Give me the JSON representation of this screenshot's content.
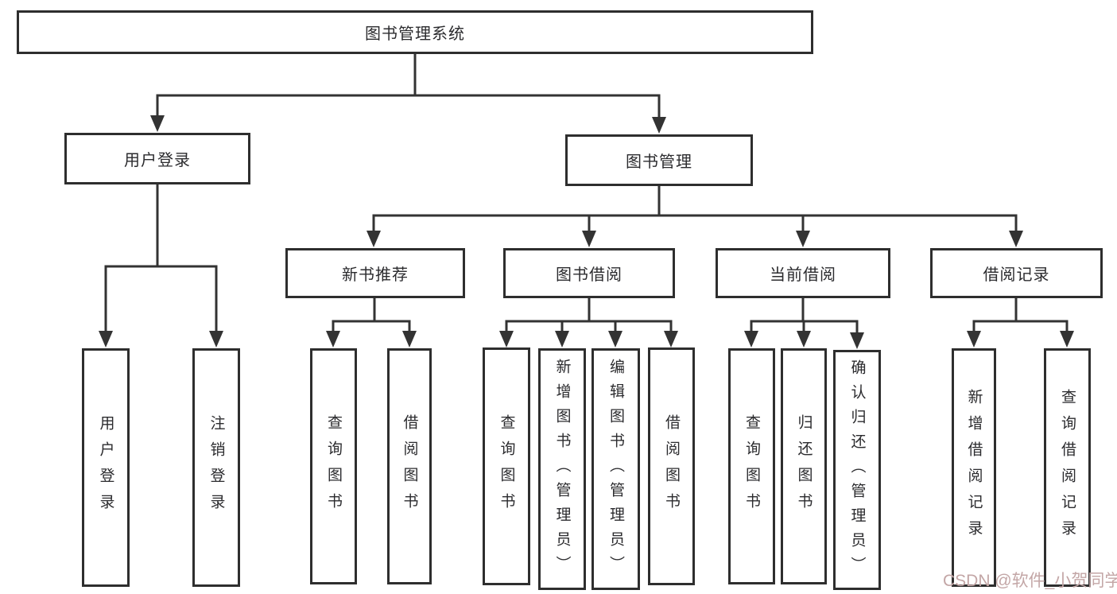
{
  "nodes": {
    "root": "图书管理系统",
    "user_login": "用户登录",
    "book_management": "图书管理",
    "new_book_recommend": "新书推荐",
    "book_borrowing": "图书借阅",
    "current_borrowing": "当前借阅",
    "borrowing_records": "借阅记录",
    "leaf_user_login": "用户登录",
    "leaf_logout_login": "注销登录",
    "leaf_query_books_1": "查询图书",
    "leaf_borrow_books_1": "借阅图书",
    "leaf_query_books_2": "查询图书",
    "leaf_add_books_admin": "新增图书（管理员）",
    "leaf_edit_books_admin": "编辑图书（管理员）",
    "leaf_borrow_books_2": "借阅图书",
    "leaf_query_books_3": "查询图书",
    "leaf_return_books": "归还图书",
    "leaf_confirm_return_admin": "确认归还（管理员）",
    "leaf_add_borrow_record": "新增借阅记录",
    "leaf_query_borrow_record": "查询借阅记录"
  },
  "watermark": {
    "text": "CSDN @软件_小贺同学",
    "color": "#c3a6a6"
  },
  "colors": {
    "line": "#333333",
    "box_border": "#2e2e2e",
    "background": "#ffffff",
    "text": "#2b2b2e"
  }
}
